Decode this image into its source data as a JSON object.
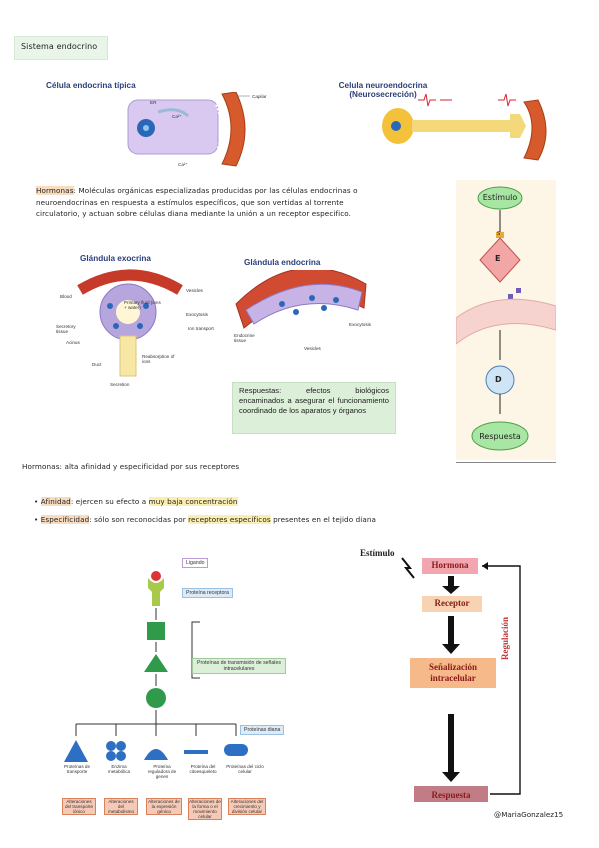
{
  "title": "Sistema endocrino",
  "typical_cell": {
    "title": "Célula endocrina típica",
    "labels": {
      "er": "ER",
      "ca1": "Ca²⁺",
      "ca2": "Ca²⁺",
      "capillary": "Capilar"
    }
  },
  "neuro_cell": {
    "title_line1": "Celula neuroendocrina",
    "title_line2": "(Neurosecreción)"
  },
  "hormonas_def": {
    "term": "Hormonas",
    "rest_line1": ": Moléculas orgánicas especializadas producidas por las células endocrinas o",
    "line2": "neuroendocrinas en respuesta a estímulos específicos, que son vertidas al torrente",
    "line3": "circulatorio, y actuan sobre células diana mediante la unión a un receptor especifico."
  },
  "exocrine": {
    "title": "Glándula exocrina",
    "labels": {
      "blood": "Blood",
      "vesicles": "Vesicles",
      "primary": "Primary fluid (ions + water)",
      "exocytosis": "Exocytosis",
      "secretory": "Secretory tissue",
      "ion": "Ion transport",
      "acinus": "Acinus",
      "duct": "Duct",
      "reabs": "Reabsorption of ions",
      "secretion": "Secretion"
    }
  },
  "endocrine": {
    "title": "Glándula endocrina",
    "labels": {
      "exocytosis": "Exocytosis",
      "tissue": "Endocrine tissue",
      "vesicles": "Vesicles"
    }
  },
  "respuestas": "Respuestas: efectos biológicos encaminados a asegurar el funcionamiento coordinado de los aparatos y órganos",
  "right_flow": {
    "stimulus": "Estímulo",
    "e": "E",
    "s": "S",
    "d": "D",
    "response": "Respuesta"
  },
  "section2_title": "Hormonas: alta afinidad y especificidad por sus receptores",
  "bullets": [
    {
      "term": "Afinidad",
      "text": ": ejercen su efecto a ",
      "hl": "muy baja concentración",
      "tail": ""
    },
    {
      "term": "Especificidad",
      "text": ": sólo son reconocidas por ",
      "hl": "receptores específicos",
      "tail": " presentes en el tejido diana"
    }
  ],
  "signal_diagram": {
    "ligand": "Ligando",
    "receptor": "Proteína receptora",
    "transduction": "Proteínas de transmisión de señales intracelulares",
    "targets_label": "Proteínas diana",
    "targets": [
      {
        "name": "Proteínas de transporte",
        "effect": "Alteraciones del transporte iónico"
      },
      {
        "name": "Enzima metabólica",
        "effect": "Alteraciones del metabolismo"
      },
      {
        "name": "Proteína reguladora de genes",
        "effect": "Alteraciones de la expresión génica"
      },
      {
        "name": "Proteína del citoesqueleto",
        "effect": "Alteraciones de la forma o el movimiento celular"
      },
      {
        "name": "Proteínas del ciclo celular",
        "effect": "Alteraciones del crecimiento y división celular"
      }
    ]
  },
  "reg_flow": {
    "stimulus": "Estímulo",
    "hormone": "Hormona",
    "receptor": "Receptor",
    "signal1": "Señalización",
    "signal2": "intracelular",
    "response": "Respuesta",
    "regulation": "Regulación"
  },
  "signature": "@MariaGonzalez15",
  "colors": {
    "title_bg": "#eaf5ea",
    "highlight_orange": "#f8dcc0",
    "highlight_yellow": "#fbeeb0",
    "response_bg": "#dcefd9",
    "flow_pink": "#f2a6b0",
    "flow_peach": "#f8d3b2"
  }
}
